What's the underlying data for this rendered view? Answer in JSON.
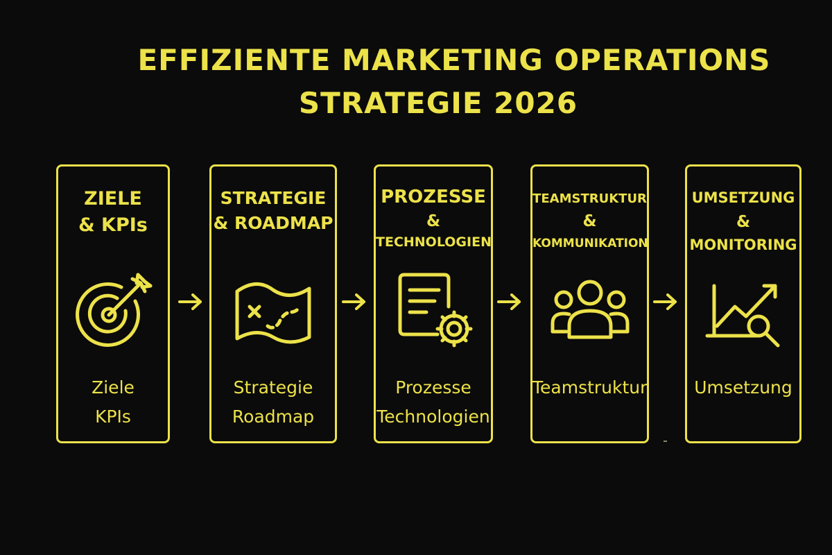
{
  "title": {
    "line1": "EFFIZIENTE MARKETING OPERATIONS",
    "line2": "STRATEGIE 2026"
  },
  "steps": [
    {
      "heading": [
        "ZIELE",
        "& KPIs"
      ],
      "body": [
        "Ziele",
        "KPIs"
      ],
      "icon": "target-arrow-icon"
    },
    {
      "heading": [
        "STRATEGIE",
        "& ROADMAP"
      ],
      "body": [
        "Strategie",
        "Roadmap"
      ],
      "icon": "map-route-icon"
    },
    {
      "heading": [
        "PROZESSE",
        "&",
        "TECHNOLOGIEN"
      ],
      "body": [
        "Prozesse",
        "Technologien"
      ],
      "icon": "document-gear-icon"
    },
    {
      "heading": [
        "TEAMSTRUKTUR",
        "&",
        "KOMMUNIKATION"
      ],
      "body": [
        "Teamstruktur"
      ],
      "icon": "team-people-icon"
    },
    {
      "heading": [
        "UMSETZUNG",
        "&",
        "MONITORING"
      ],
      "body": [
        "Umsetzung"
      ],
      "icon": "chart-magnifier-icon"
    }
  ],
  "colors": {
    "background": "#0b0b0b",
    "accent": "#ece24a"
  }
}
